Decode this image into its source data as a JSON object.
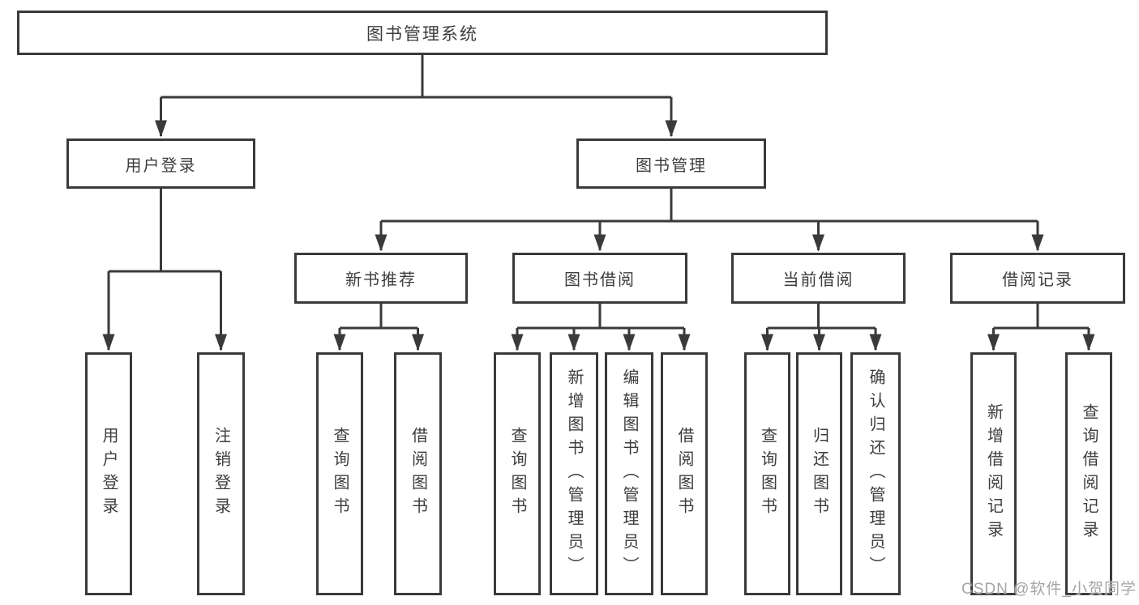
{
  "nodes": {
    "root": "图书管理系统",
    "user_login": "用户登录",
    "book_management": "图书管理",
    "new_book_recommend": "新书推荐",
    "book_borrow": "图书借阅",
    "current_borrow": "当前借阅",
    "borrow_record": "借阅记录",
    "user_login_leaf": "用户登录",
    "logout_leaf": "注销登录",
    "nb_query_book": "查询图书",
    "nb_borrow_book": "借阅图书",
    "bb_query_book": "查询图书",
    "bb_add_book": "新增图书（管理员）",
    "bb_edit_book": "编辑图书（管理员）",
    "bb_borrow_book": "借阅图书",
    "cb_query_book": "查询图书",
    "cb_return_book": "归还图书",
    "cb_confirm_return": "确认归还（管理员）",
    "br_add_record": "新增借阅记录",
    "br_query_record": "查询借阅记录"
  },
  "colors": {
    "line": "#3a3a3a",
    "text": "#3d3d3d",
    "watermark": "#a5a5a5"
  },
  "watermark": {
    "text": "CSDN @软件_小贺同学"
  }
}
